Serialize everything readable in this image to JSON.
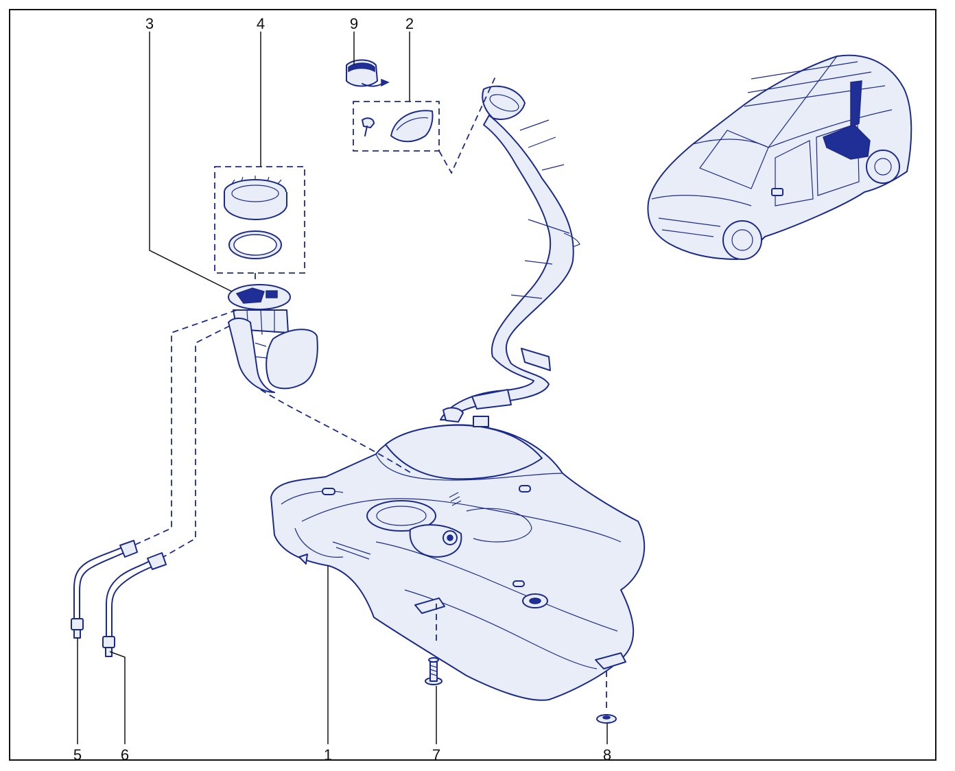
{
  "colors": {
    "line": "#1a2a8c",
    "fill": "#e9edf8",
    "dark": "#1f2f96",
    "text": "#111111",
    "frame": "#111111"
  },
  "callouts": {
    "c1": "1",
    "c2": "2",
    "c3": "3",
    "c4": "4",
    "c5": "5",
    "c6": "6",
    "c7": "7",
    "c8": "8",
    "c9": "9"
  }
}
